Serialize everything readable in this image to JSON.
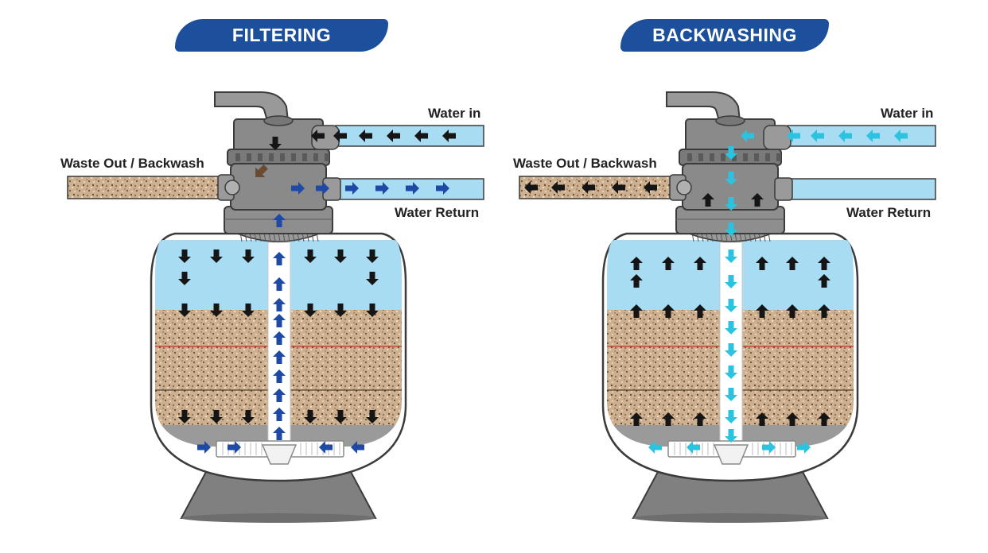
{
  "panels": [
    {
      "id": "filtering",
      "title": "FILTERING",
      "labels": {
        "water_in": "Water in",
        "waste_out": "Waste Out / Backwash",
        "water_return": "Water Return"
      },
      "flow_color": "#1e4aa6",
      "mode": "filtering"
    },
    {
      "id": "backwashing",
      "title": "BACKWASHING",
      "labels": {
        "water_in": "Water in",
        "waste_out": "Waste Out / Backwash",
        "water_return": "Water Return"
      },
      "flow_color": "#2cc3e0",
      "mode": "backwashing"
    }
  ],
  "colors": {
    "banner": "#1c4f9c",
    "water": "#a8dcf3",
    "sand": "#cdb08f",
    "tank_gray": "#8c8c8c",
    "outline": "#3b3b3b",
    "down_arrow": "#151515",
    "divider_line": "#c0392b"
  }
}
